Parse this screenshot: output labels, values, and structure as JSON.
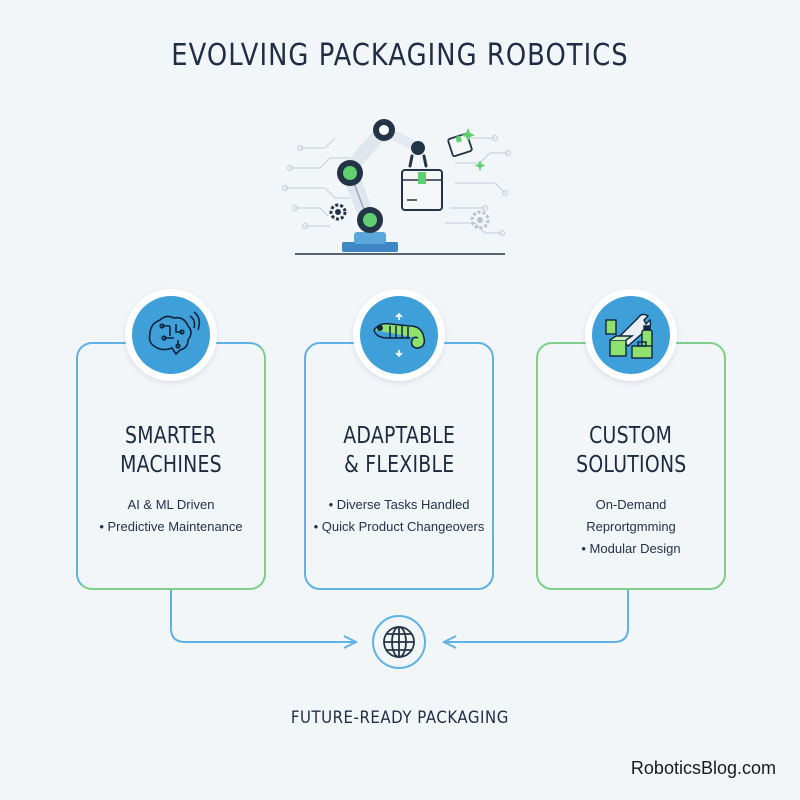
{
  "title": "EVOLVING PACKAGING ROBOTICS",
  "cards": [
    {
      "title_line1": "SMARTER",
      "title_line2": "MACHINES",
      "lines": [
        "AI & ML Driven",
        "• Predictive Maintenance"
      ],
      "icon": "brain-circuit-icon"
    },
    {
      "title_line1": "ADAPTABLE",
      "title_line2": "& FLEXIBLE",
      "lines": [
        "• Diverse Tasks Handled",
        "• Quick Product Changeovers"
      ],
      "icon": "chameleon-icon"
    },
    {
      "title_line1": "CUSTOM",
      "title_line2": "SOLUTIONS",
      "lines": [
        "On-Demand",
        "Reprortgmming",
        "• Modular Design"
      ],
      "icon": "tools-icon"
    }
  ],
  "footer_label": "FUTURE-READY PACKAGING",
  "brand": "RoboticsBlog.com",
  "colors": {
    "accent_blue": "#3f9fd8",
    "accent_green": "#7fcf8a",
    "title": "#1f2d45",
    "background": "#f3f6f9"
  }
}
